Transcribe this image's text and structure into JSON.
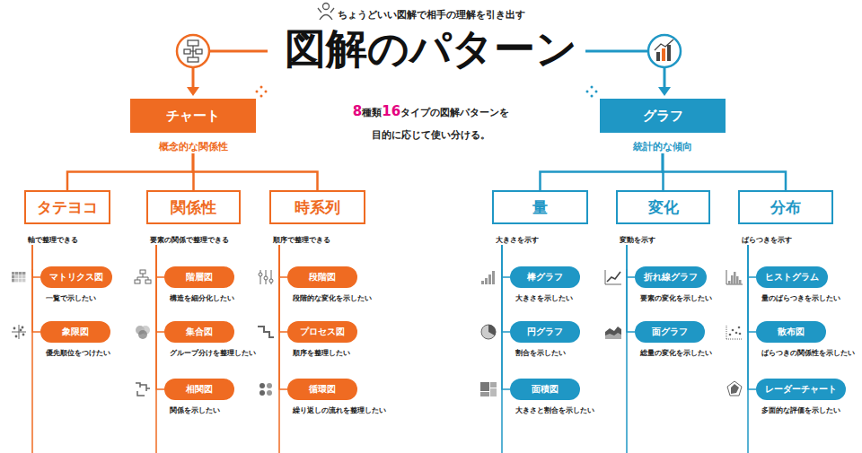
{
  "diagram": {
    "title": "図解のパターン",
    "nodes": [
      {
        "text": [
          "チャート",
          "概念的な関係性"
        ]
      },
      {
        "text": [
          "タテヨコ",
          "軸で整理できる"
        ]
      },
      {
        "text": [
          "関係性",
          "要素の関係で整理できる"
        ]
      },
      {
        "text": [
          "時系列",
          "順序で整理できる"
        ]
      },
      {
        "text": [
          "マトリクス図",
          "一覧で示したい"
        ]
      },
      {
        "text": [
          "象限図",
          "優先順位をつけたい"
        ]
      },
      {
        "text": [
          "階層図",
          "構造を細分化したい"
        ]
      },
      {
        "text": [
          "集合図",
          "グループ分けを整理したい"
        ]
      },
      {
        "text": [
          "相関図",
          "関係を示したい"
        ]
      },
      {
        "text": [
          "段階図",
          "段階的な変化を示したい"
        ]
      },
      {
        "text": [
          "プロセス図",
          "順序を整理したい"
        ]
      },
      {
        "text": [
          "循環図",
          "繰り返しの流れを整理したい"
        ]
      },
      {
        "text": [
          "グラフ",
          "統計的な傾向"
        ]
      },
      {
        "text": [
          "量",
          "大きさを示す"
        ]
      },
      {
        "text": [
          "変化",
          "変動を示す"
        ]
      },
      {
        "text": [
          "分布",
          "ばらつきを示す"
        ]
      },
      {
        "text": [
          "棒グラフ",
          "大きさを示したい"
        ]
      },
      {
        "text": [
          "円グラフ",
          "割合を示したい"
        ]
      },
      {
        "text": [
          "面積図",
          "大きさと割合を示したい"
        ]
      },
      {
        "text": [
          "折れ線グラフ",
          "要素の変化を示したい"
        ]
      },
      {
        "text": [
          "面グラフ",
          "総量の変化を示したい"
        ]
      },
      {
        "text": [
          "ヒストグラム",
          "量のばらつきを示したい"
        ]
      },
      {
        "text": [
          "散布図",
          "ばらつきの関係性を示したい"
        ]
      },
      {
        "text": [
          "レーダーチャート",
          "多面的な評価を示したい"
        ]
      }
    ],
    "edges": [
      {
        "from": 0,
        "to": 1,
        "arrow": "none"
      },
      {
        "from": 0,
        "to": 2,
        "arrow": "none"
      },
      {
        "from": 0,
        "to": 3,
        "arrow": "none"
      },
      {
        "from": 1,
        "to": 4,
        "arrow": "none"
      },
      {
        "from": 1,
        "to": 5,
        "arrow": "none"
      },
      {
        "from": 2,
        "to": 6,
        "arrow": "none"
      },
      {
        "from": 2,
        "to": 7,
        "arrow": "none"
      },
      {
        "from": 2,
        "to": 8,
        "arrow": "none"
      },
      {
        "from": 3,
        "to": 9,
        "arrow": "none"
      },
      {
        "from": 3,
        "to": 10,
        "arrow": "none"
      },
      {
        "from": 3,
        "to": 11,
        "arrow": "none"
      },
      {
        "from": 12,
        "to": 13,
        "arrow": "none"
      },
      {
        "from": 12,
        "to": 14,
        "arrow": "none"
      },
      {
        "from": 12,
        "to": 15,
        "arrow": "none"
      },
      {
        "from": 13,
        "to": 16,
        "arrow": "none"
      },
      {
        "from": 13,
        "to": 17,
        "arrow": "none"
      },
      {
        "from": 13,
        "to": 18,
        "arrow": "none"
      },
      {
        "from": 14,
        "to": 19,
        "arrow": "none"
      },
      {
        "from": 14,
        "to": 20,
        "arrow": "none"
      },
      {
        "from": 15,
        "to": 21,
        "arrow": "none"
      },
      {
        "from": 15,
        "to": 22,
        "arrow": "none"
      },
      {
        "from": 15,
        "to": 23,
        "arrow": "none"
      }
    ],
    "labels": [
      "ちょうどいい図解で相手の理解を引き出す",
      "8",
      "種類",
      "16",
      "タイプの図解パターンを",
      "目的に応じて使い分ける。"
    ]
  }
}
